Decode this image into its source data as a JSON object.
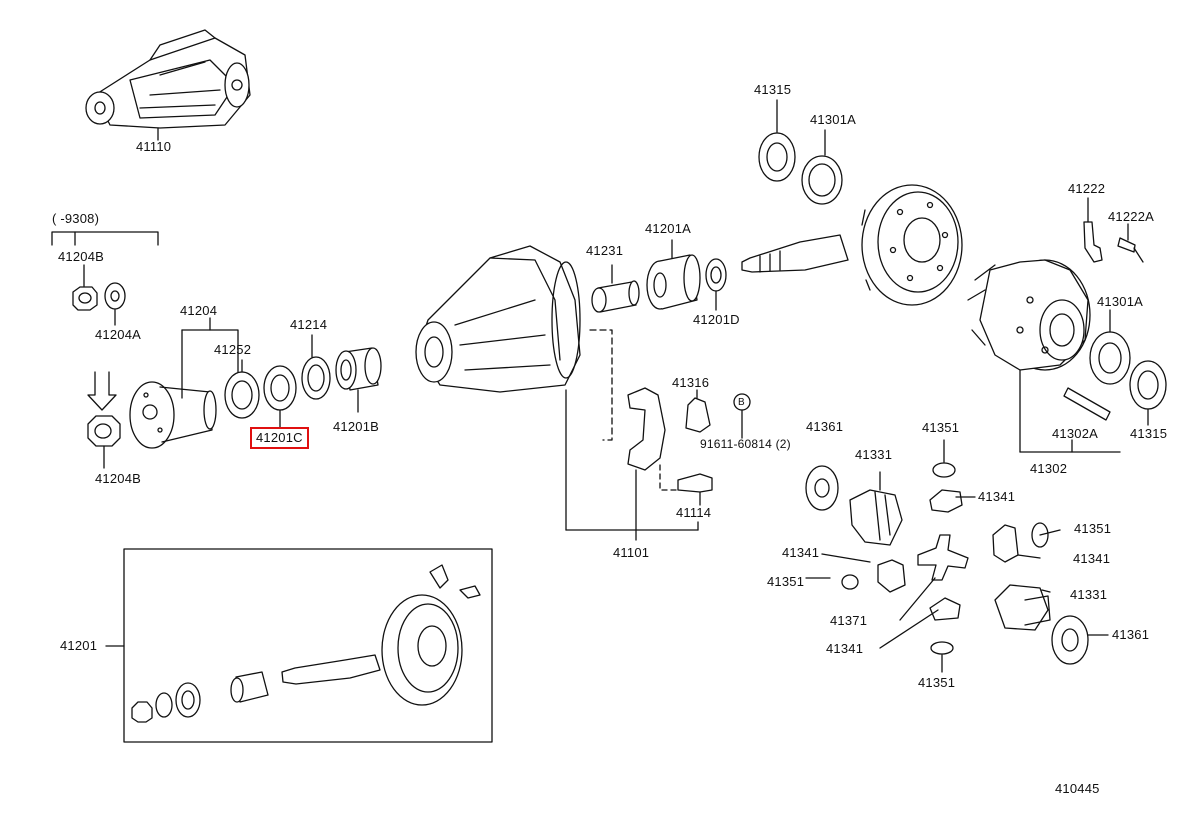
{
  "diagram_code": "410445",
  "highlight_color": "#e01010",
  "range_note": "(       -9308)",
  "labels": {
    "p41110": "41110",
    "p41204B_top": "41204B",
    "p41204A": "41204A",
    "p41204": "41204",
    "p41252": "41252",
    "p41214": "41214",
    "p41201C": "41201C",
    "p41201B": "41201B",
    "p41204B_bottom": "41204B",
    "p41231": "41231",
    "p41201A_left": "41201A",
    "p41201D": "41201D",
    "p41315_top": "41315",
    "p41301A_top": "41301A",
    "p41222": "41222",
    "p41222A": "41222A",
    "p41301A_right": "41301A",
    "p41302A": "41302A",
    "p41315_right": "41315",
    "p41302": "41302",
    "p41316": "41316",
    "bolt_b": "B",
    "p91611": "91611-60814 (2)",
    "p41114": "41114",
    "p41101": "41101",
    "p41361_top": "41361",
    "p41331_top": "41331",
    "p41351_top": "41351",
    "p41341_a": "41341",
    "p41351_b": "41351",
    "p41341_b": "41341",
    "p41341_c": "41341",
    "p41351_c": "41351",
    "p41331_bottom": "41331",
    "p41371": "41371",
    "p41341_d": "41341",
    "p41361_bottom": "41361",
    "p41351_d": "41351",
    "p41201_box": "41201"
  }
}
